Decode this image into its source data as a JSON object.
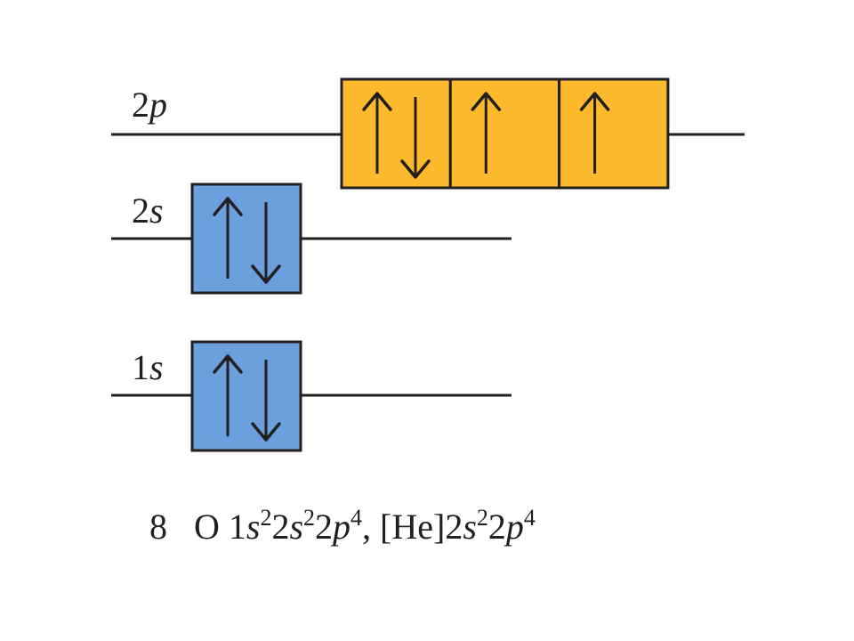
{
  "colors": {
    "p_orbital_fill": "#fcb92c",
    "s_orbital_fill": "#6c9fdd",
    "line": "#231f20"
  },
  "levels": [
    {
      "id": "2p",
      "label_number": "2",
      "label_letter": "p",
      "orbitals": [
        "up-down",
        "up",
        "up"
      ]
    },
    {
      "id": "2s",
      "label_number": "2",
      "label_letter": "s",
      "orbitals": [
        "up-down"
      ]
    },
    {
      "id": "1s",
      "label_number": "1",
      "label_letter": "s",
      "orbitals": [
        "up-down"
      ]
    }
  ],
  "configuration": {
    "atomic_number": "8",
    "symbol": "O",
    "full": [
      {
        "base": "1",
        "sub": "s",
        "exp": "2"
      },
      {
        "base": "2",
        "sub": "s",
        "exp": "2"
      },
      {
        "base": "2",
        "sub": "p",
        "exp": "4"
      }
    ],
    "separator": ",",
    "core": "[He]",
    "condensed": [
      {
        "base": "2",
        "sub": "s",
        "exp": "2"
      },
      {
        "base": "2",
        "sub": "p",
        "exp": "4"
      }
    ]
  }
}
